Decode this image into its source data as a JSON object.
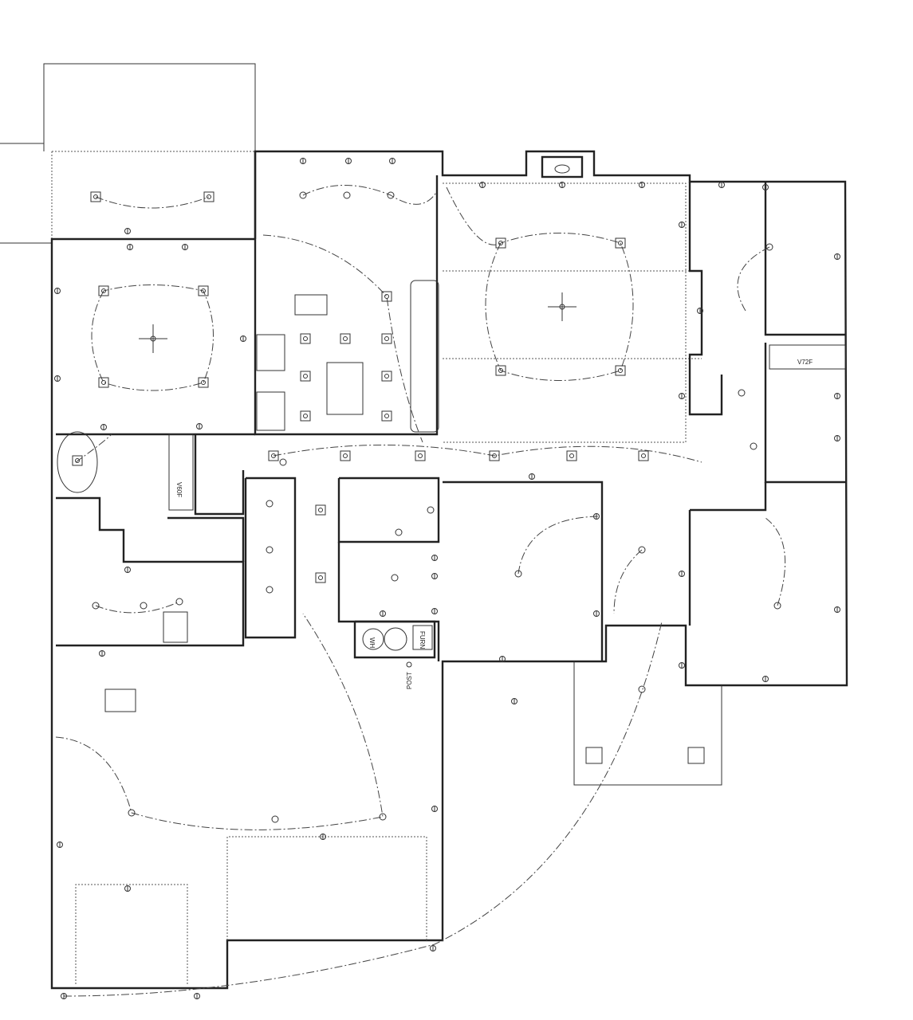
{
  "labels": {
    "vanity_master": "V72F",
    "vanity_hall": "V60F",
    "water_heater": "WH",
    "furnace": "FURN",
    "post": "POST"
  },
  "colors": {
    "line": "#222222",
    "background": "#ffffff"
  }
}
